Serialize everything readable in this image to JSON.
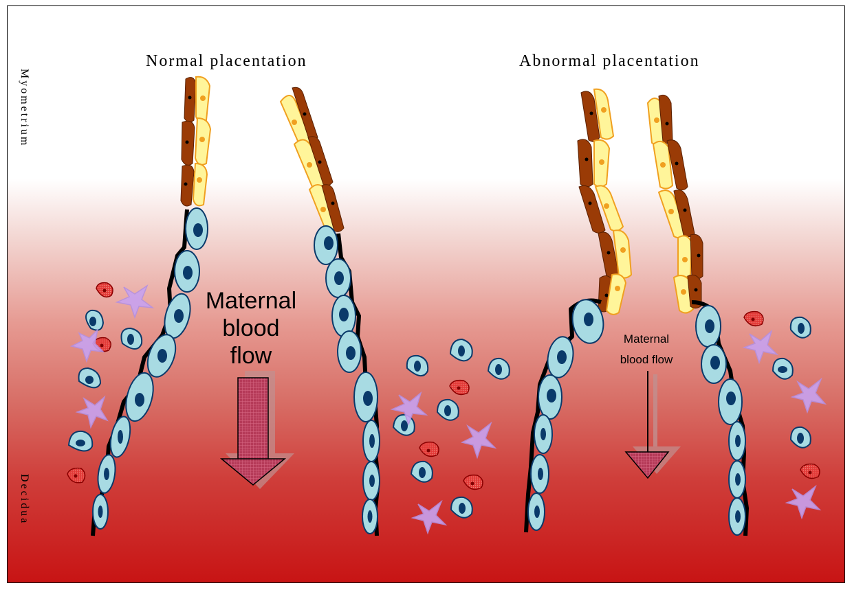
{
  "labels": {
    "normal_title": "Normal placentation",
    "abnormal_title": "Abnormal placentation",
    "myometrium": "Myometrium",
    "decidua": "Decidua",
    "normal_flow": [
      "Maternal",
      "blood",
      "flow"
    ],
    "abnormal_flow": [
      "Maternal",
      "blood flow"
    ]
  },
  "colors": {
    "background_top": "#ffffff",
    "background_bottom": "#c81414",
    "trophoblast_fill": "#a8dbe3",
    "trophoblast_nucleus": "#0a3a6a",
    "smooth_muscle_dark": "#9a3b06",
    "smooth_muscle_light": "#fff59a",
    "red_cell": "#e0312d",
    "star_cell": "#c8a2f0",
    "arrow": "#b0304f"
  },
  "icons": [
    "cell-icon",
    "star-cell-icon",
    "red-cell-icon",
    "down-arrow-icon"
  ]
}
